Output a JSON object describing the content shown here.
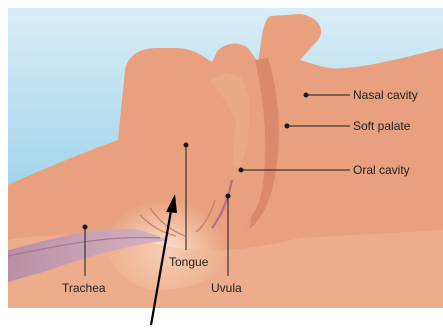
{
  "labels": {
    "nasal_cavity": "Nasal cavity",
    "soft_palate": "Soft palate",
    "oral_cavity": "Oral cavity",
    "tongue": "Tongue",
    "trachea": "Trachea",
    "uvula": "Uvula"
  },
  "colors": {
    "sky_top": "#cfe7f3",
    "sky_bottom": "#7ec6e6",
    "airway_blue": "#1ea8df",
    "tissue": "#e8a07e",
    "tissue_light": "#f3c8ad",
    "tissue_glow": "#fbe6d8",
    "trachea": "#c9a3b3",
    "line": "#1a1a1a"
  }
}
